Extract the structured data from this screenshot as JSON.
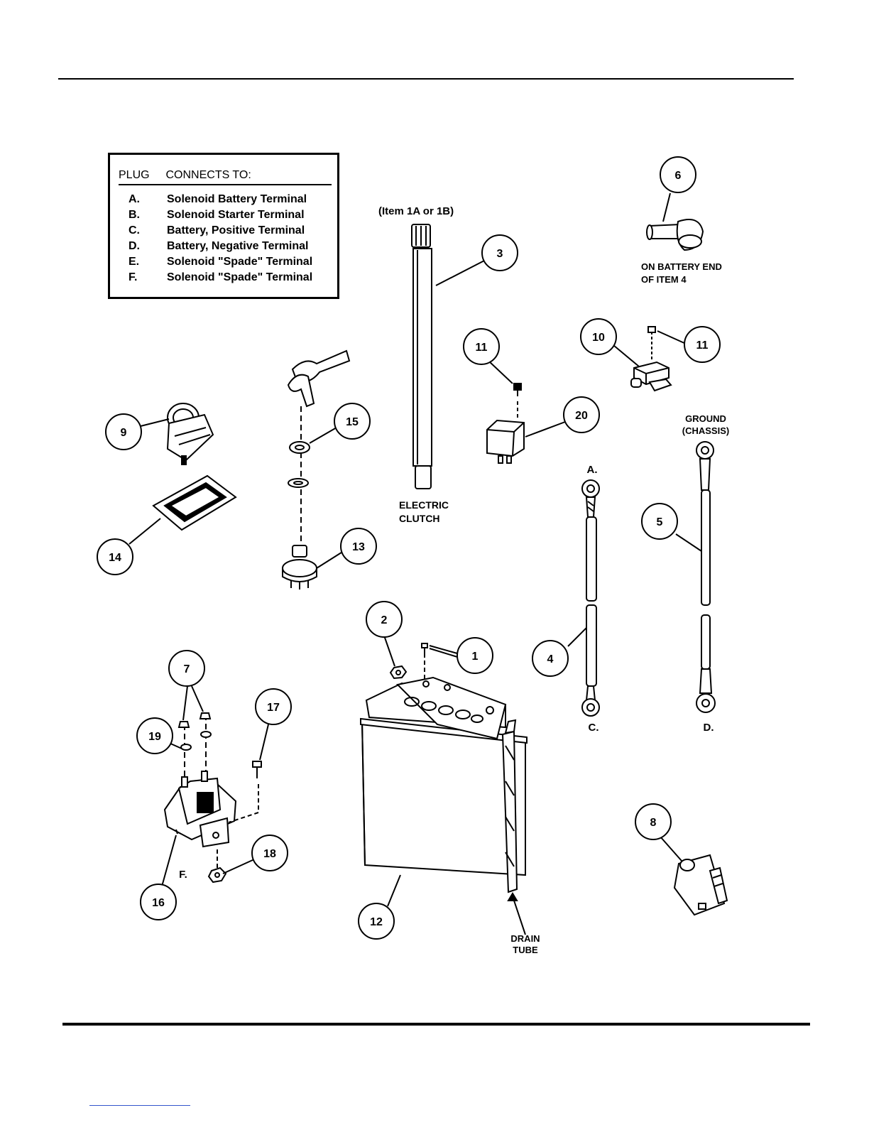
{
  "legend": {
    "header_plug": "PLUG",
    "header_connects": "CONNECTS TO:",
    "rows": [
      {
        "letter": "A.",
        "desc": "Solenoid Battery Terminal"
      },
      {
        "letter": "B.",
        "desc": "Solenoid Starter Terminal"
      },
      {
        "letter": "C.",
        "desc": "Battery, Positive Terminal"
      },
      {
        "letter": "D.",
        "desc": "Battery, Negative Terminal"
      },
      {
        "letter": "E.",
        "desc": "Solenoid \"Spade\" Terminal"
      },
      {
        "letter": "F.",
        "desc": "Solenoid \"Spade\" Terminal"
      }
    ]
  },
  "labels": {
    "item_1a_1b": "(Item 1A or 1B)",
    "on_battery_end_1": "ON BATTERY END",
    "on_battery_end_2": "OF ITEM 4",
    "ground_1": "GROUND",
    "ground_2": "(CHASSIS)",
    "electric_1": "ELECTRIC",
    "electric_2": "CLUTCH",
    "drain_1": "DRAIN",
    "drain_2": "TUBE",
    "plug_a": "A.",
    "plug_c": "C.",
    "plug_d": "D.",
    "plug_f": "F."
  },
  "callouts": {
    "c1": "1",
    "c2": "2",
    "c3": "3",
    "c4": "4",
    "c5": "5",
    "c6": "6",
    "c7": "7",
    "c8": "8",
    "c9": "9",
    "c10": "10",
    "c11a": "11",
    "c11b": "11",
    "c12": "12",
    "c13": "13",
    "c14": "14",
    "c15": "15",
    "c16": "16",
    "c17": "17",
    "c18": "18",
    "c19": "19",
    "c20": "20"
  }
}
